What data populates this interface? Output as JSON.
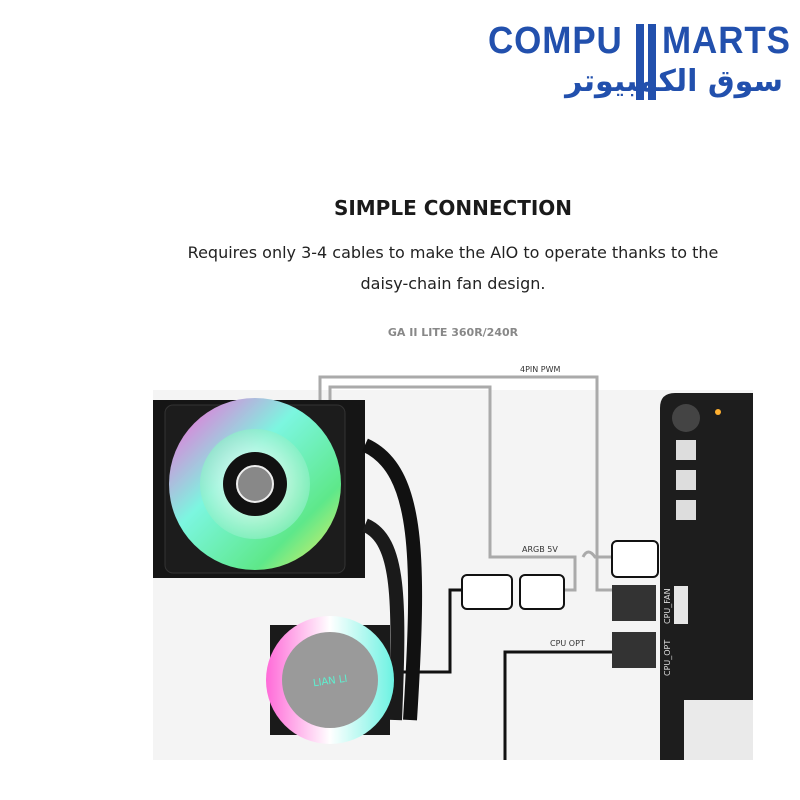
{
  "logo": {
    "brand_en_left": "COMPU",
    "brand_en_right": "MARTS",
    "brand_ar": "سوق الكمبيوتر",
    "color": "#2250ad"
  },
  "heading": {
    "title": "SIMPLE CONNECTION",
    "subtitle_line1": "Requires only 3-4 cables to make the AlO to operate thanks to the",
    "subtitle_line2": "daisy-chain fan design."
  },
  "diagram": {
    "model": "GA II LITE 360R/240R",
    "labels": {
      "pwm": "4PIN PWM",
      "argb": "ARGB 5V",
      "cpu_opt": "CPU OPT",
      "pump_logo": "LIAN LI"
    },
    "board_headers": {
      "cpu_fan": "CPU_FAN",
      "cpu_opt": "CPU_OPT"
    }
  }
}
